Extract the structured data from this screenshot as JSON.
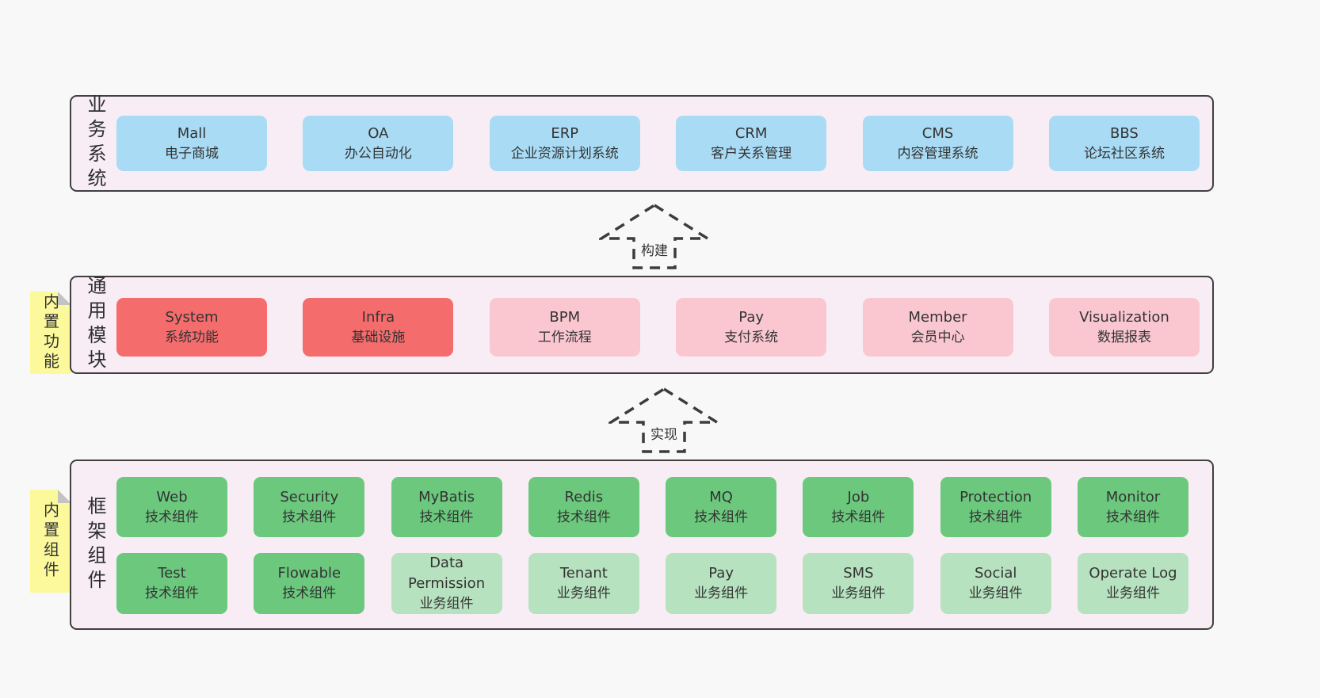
{
  "colors": {
    "page_bg": "#f8f8f8",
    "layer_bg": "#f8edf5",
    "layer_border": "#404040",
    "blue_box": "#a9dbf5",
    "red_box": "#f56c6c",
    "pink_box": "#fac7d1",
    "green_dark_box": "#6bc87d",
    "green_light_box": "#b7e2bf",
    "note_bg": "#fbf99b",
    "note_fold": "#c3c3c3",
    "text": "#333333"
  },
  "diagram": {
    "notes": [
      {
        "text": "内置功能"
      },
      {
        "text": "内置组件"
      }
    ],
    "arrows": [
      {
        "label": "构建"
      },
      {
        "label": "实现"
      }
    ],
    "layers": [
      {
        "title": "业务系统",
        "boxes": [
          {
            "en": "Mall",
            "zh": "电子商城",
            "variant": "blue"
          },
          {
            "en": "OA",
            "zh": "办公自动化",
            "variant": "blue"
          },
          {
            "en": "ERP",
            "zh": "企业资源计划系统",
            "variant": "blue"
          },
          {
            "en": "CRM",
            "zh": "客户关系管理",
            "variant": "blue"
          },
          {
            "en": "CMS",
            "zh": "内容管理系统",
            "variant": "blue"
          },
          {
            "en": "BBS",
            "zh": "论坛社区系统",
            "variant": "blue"
          }
        ]
      },
      {
        "title": "通用模块",
        "boxes": [
          {
            "en": "System",
            "zh": "系统功能",
            "variant": "red"
          },
          {
            "en": "Infra",
            "zh": "基础设施",
            "variant": "red"
          },
          {
            "en": "BPM",
            "zh": "工作流程",
            "variant": "pink"
          },
          {
            "en": "Pay",
            "zh": "支付系统",
            "variant": "pink"
          },
          {
            "en": "Member",
            "zh": "会员中心",
            "variant": "pink"
          },
          {
            "en": "Visualization",
            "zh": "数据报表",
            "variant": "pink"
          }
        ]
      },
      {
        "title": "框架组件",
        "boxes": [
          {
            "en": "Web",
            "zh": "技术组件",
            "variant": "green-dark"
          },
          {
            "en": "Security",
            "zh": "技术组件",
            "variant": "green-dark"
          },
          {
            "en": "MyBatis",
            "zh": "技术组件",
            "variant": "green-dark"
          },
          {
            "en": "Redis",
            "zh": "技术组件",
            "variant": "green-dark"
          },
          {
            "en": "MQ",
            "zh": "技术组件",
            "variant": "green-dark"
          },
          {
            "en": "Job",
            "zh": "技术组件",
            "variant": "green-dark"
          },
          {
            "en": "Protection",
            "zh": "技术组件",
            "variant": "green-dark"
          },
          {
            "en": "Monitor",
            "zh": "技术组件",
            "variant": "green-dark"
          },
          {
            "en": "Test",
            "zh": "技术组件",
            "variant": "green-dark"
          },
          {
            "en": "Flowable",
            "zh": "技术组件",
            "variant": "green-dark"
          },
          {
            "en": "Data Permission",
            "zh": "业务组件",
            "variant": "green-light"
          },
          {
            "en": "Tenant",
            "zh": "业务组件",
            "variant": "green-light"
          },
          {
            "en": "Pay",
            "zh": "业务组件",
            "variant": "green-light"
          },
          {
            "en": "SMS",
            "zh": "业务组件",
            "variant": "green-light"
          },
          {
            "en": "Social",
            "zh": "业务组件",
            "variant": "green-light"
          },
          {
            "en": "Operate Log",
            "zh": "业务组件",
            "variant": "green-light"
          }
        ]
      }
    ]
  }
}
